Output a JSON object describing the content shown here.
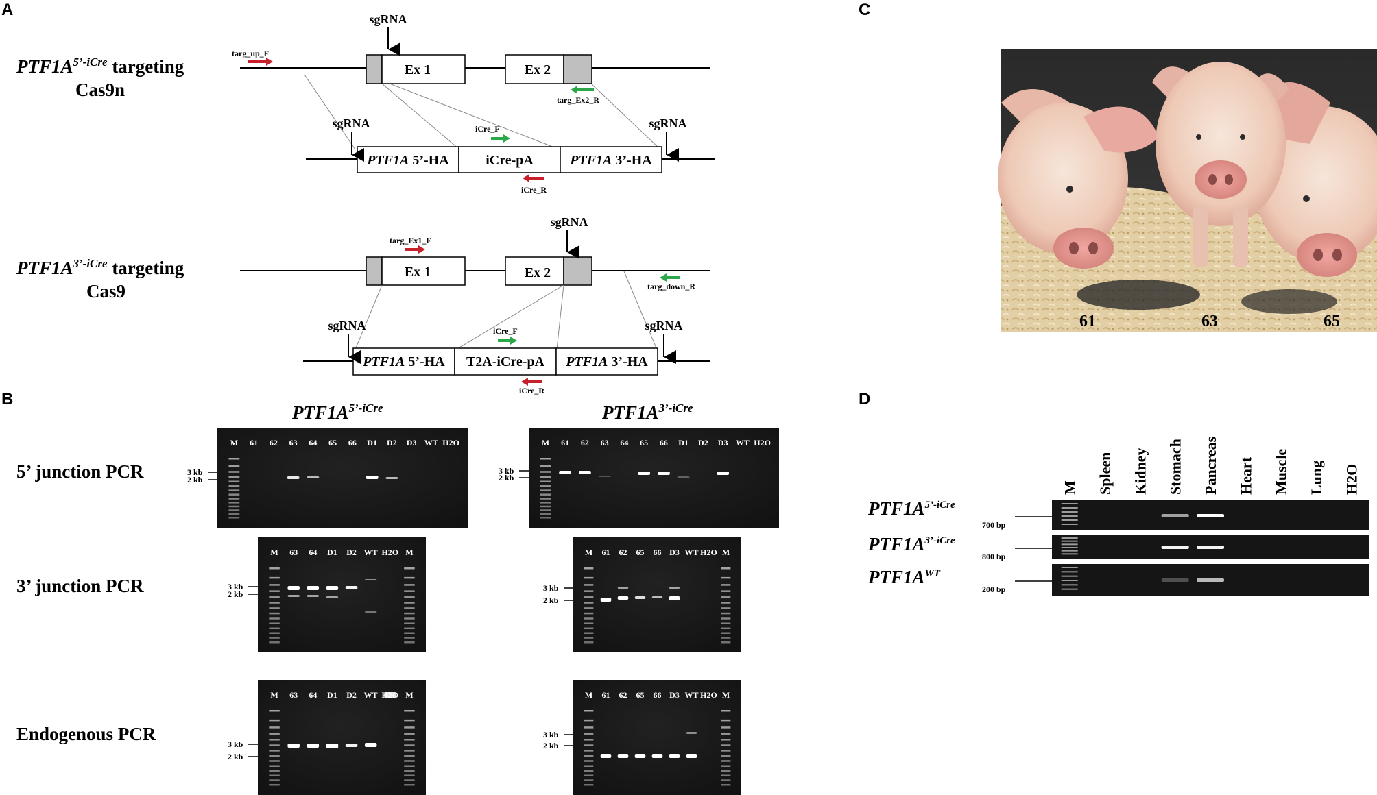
{
  "panels": {
    "a": "A",
    "b": "B",
    "c": "C",
    "d": "D"
  },
  "panel_a": {
    "row1": {
      "title_gene": "PTF1A",
      "title_sup": "5’-iCre",
      "title_rest": " targeting",
      "subtitle": "Cas9n",
      "ex1": "Ex 1",
      "ex2": "Ex 2",
      "sgrna_top": "sgRNA",
      "sgrna_left": "sgRNA",
      "sgrna_right": "sgRNA",
      "primer_up": "targ_up_F",
      "primer_ex2": "targ_Ex2_R",
      "primer_icre_f": "iCre_F",
      "primer_icre_r": "iCre_R",
      "ha5_gene": "PTF1A",
      "ha5_rest": " 5’-HA",
      "cassette": "iCre-pA",
      "ha3_gene": "PTF1A",
      "ha3_rest": " 3’-HA"
    },
    "row2": {
      "title_gene": "PTF1A",
      "title_sup": "3’-iCre",
      "title_rest": " targeting",
      "subtitle": "Cas9",
      "ex1": "Ex 1",
      "ex2": "Ex 2",
      "sgrna_top": "sgRNA",
      "sgrna_left": "sgRNA",
      "sgrna_right": "sgRNA",
      "primer_ex1": "targ_Ex1_F",
      "primer_down": "targ_down_R",
      "primer_icre_f": "iCre_F",
      "primer_icre_r": "iCre_R",
      "ha5_gene": "PTF1A",
      "ha5_rest": " 5’-HA",
      "cassette": "T2A-iCre-pA",
      "ha3_gene": "PTF1A",
      "ha3_rest": " 3’-HA"
    }
  },
  "panel_b": {
    "col_left_gene": "PTF1A",
    "col_left_sup": "5’-iCre",
    "col_right_gene": "PTF1A",
    "col_right_sup": "3’-iCre",
    "row_labels": [
      "5’ junction PCR",
      "3’ junction PCR",
      "Endogenous PCR"
    ],
    "size_3kb": "3 kb",
    "size_2kb": "2 kb",
    "gel_5j_left_lanes": [
      "M",
      "61",
      "62",
      "63",
      "64",
      "65",
      "66",
      "D1",
      "D2",
      "D3",
      "WT",
      "H2O"
    ],
    "gel_5j_right_lanes": [
      "M",
      "61",
      "62",
      "63",
      "64",
      "65",
      "66",
      "D1",
      "D2",
      "D3",
      "WT",
      "H2O"
    ],
    "gel_3j_left_lanes": [
      "M",
      "63",
      "64",
      "D1",
      "D2",
      "WT",
      "H2O",
      "M"
    ],
    "gel_3j_right_lanes": [
      "M",
      "61",
      "62",
      "65",
      "66",
      "D3",
      "WT",
      "H2O",
      "M"
    ],
    "gel_end_left_lanes": [
      "M",
      "63",
      "64",
      "D1",
      "D2",
      "WT",
      "H2O",
      "M"
    ],
    "gel_end_right_lanes": [
      "M",
      "61",
      "62",
      "65",
      "66",
      "D3",
      "WT",
      "H2O",
      "M"
    ]
  },
  "panel_c": {
    "pig_numbers": [
      "61",
      "63",
      "65"
    ]
  },
  "panel_d": {
    "lanes": [
      "M",
      "Spleen",
      "Kidney",
      "Stomach",
      "Pancreas",
      "Heart",
      "Muscle",
      "Lung",
      "H2O"
    ],
    "rows": [
      {
        "gene": "PTF1A",
        "sup": "5’-iCre",
        "size": "700 bp"
      },
      {
        "gene": "PTF1A",
        "sup": "3’-iCre",
        "size": "800 bp"
      },
      {
        "gene": "PTF1A",
        "sup": "WT",
        "size": "200 bp"
      }
    ]
  },
  "colors": {
    "red_primer": "#c8202a",
    "green_primer": "#2aa84a",
    "ha_grey": "#bfbfbf",
    "gel_bg": "#151515"
  }
}
